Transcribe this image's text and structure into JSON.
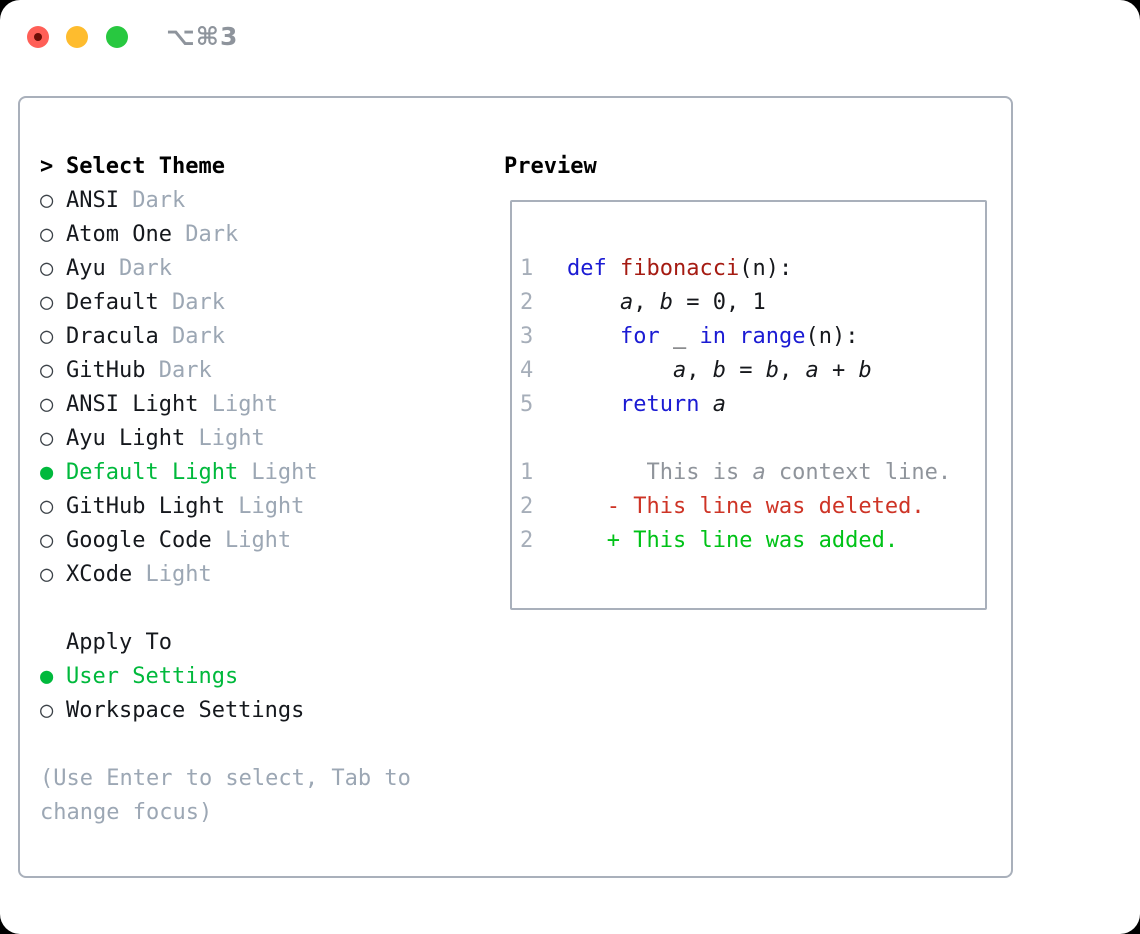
{
  "titlebar": {
    "shortcut": "⌥⌘3",
    "traffic_lights": [
      "close",
      "minimize",
      "zoom"
    ]
  },
  "theme_list": {
    "prompt": ">",
    "header": "Select Theme",
    "items": [
      {
        "name": "ANSI",
        "variant": "Dark",
        "selected": false
      },
      {
        "name": "Atom One",
        "variant": "Dark",
        "selected": false
      },
      {
        "name": "Ayu",
        "variant": "Dark",
        "selected": false
      },
      {
        "name": "Default",
        "variant": "Dark",
        "selected": false
      },
      {
        "name": "Dracula",
        "variant": "Dark",
        "selected": false
      },
      {
        "name": "GitHub",
        "variant": "Dark",
        "selected": false
      },
      {
        "name": "ANSI Light",
        "variant": "Light",
        "selected": false
      },
      {
        "name": "Ayu Light",
        "variant": "Light",
        "selected": false
      },
      {
        "name": "Default Light",
        "variant": "Light",
        "selected": true
      },
      {
        "name": "GitHub Light",
        "variant": "Light",
        "selected": false
      },
      {
        "name": "Google Code",
        "variant": "Light",
        "selected": false
      },
      {
        "name": "XCode",
        "variant": "Light",
        "selected": false
      }
    ],
    "radio_unselected_icon": "○",
    "radio_selected_icon": "●"
  },
  "apply_to": {
    "label": "Apply To",
    "options": [
      {
        "name": "User Settings",
        "selected": true
      },
      {
        "name": "Workspace Settings",
        "selected": false
      }
    ]
  },
  "hint": "(Use Enter to select, Tab to change focus)",
  "preview": {
    "label": "Preview",
    "lines": [
      {
        "num": "1",
        "segs": [
          {
            "t": "def",
            "c": "kw"
          },
          {
            "t": " "
          },
          {
            "t": "fibonacci",
            "c": "fn"
          },
          {
            "t": "(n):"
          }
        ]
      },
      {
        "num": "2",
        "segs": [
          {
            "t": "    "
          },
          {
            "t": "a",
            "c": "v"
          },
          {
            "t": ", "
          },
          {
            "t": "b",
            "c": "v"
          },
          {
            "t": " = 0, 1"
          }
        ]
      },
      {
        "num": "3",
        "segs": [
          {
            "t": "    "
          },
          {
            "t": "for",
            "c": "kw"
          },
          {
            "t": " _ "
          },
          {
            "t": "in",
            "c": "kw"
          },
          {
            "t": " "
          },
          {
            "t": "range",
            "c": "kw"
          },
          {
            "t": "(n):"
          }
        ]
      },
      {
        "num": "4",
        "segs": [
          {
            "t": "        "
          },
          {
            "t": "a",
            "c": "v"
          },
          {
            "t": ", "
          },
          {
            "t": "b",
            "c": "v"
          },
          {
            "t": " = "
          },
          {
            "t": "b",
            "c": "v"
          },
          {
            "t": ", "
          },
          {
            "t": "a",
            "c": "v"
          },
          {
            "t": " + "
          },
          {
            "t": "b",
            "c": "v"
          }
        ]
      },
      {
        "num": "5",
        "segs": [
          {
            "t": "    "
          },
          {
            "t": "return",
            "c": "kw"
          },
          {
            "t": " "
          },
          {
            "t": "a",
            "c": "v"
          }
        ]
      },
      {
        "num": "",
        "segs": []
      },
      {
        "num": "1",
        "segs": [
          {
            "t": "      This is ",
            "c": "ctx"
          },
          {
            "t": "a",
            "c": "ctx v"
          },
          {
            "t": " context line.",
            "c": "ctx"
          }
        ]
      },
      {
        "num": "2",
        "segs": [
          {
            "t": "   "
          },
          {
            "t": "- This line was deleted.",
            "c": "del"
          }
        ]
      },
      {
        "num": "2",
        "segs": [
          {
            "t": "   "
          },
          {
            "t": "+ This line was added.",
            "c": "add"
          }
        ]
      }
    ]
  },
  "colors": {
    "selected_green": "#00b93c",
    "added_green": "#00c217",
    "deleted_red": "#ce3426",
    "keyword_blue": "#1b1bd3",
    "function_red": "#a51b12",
    "context_gray": "#8f949b",
    "muted_gray": "#9ca7b4",
    "line_number_gray": "#a6aeb9",
    "traffic_red": "#ff5f57",
    "traffic_yellow": "#febc2e",
    "traffic_green": "#28c840"
  }
}
